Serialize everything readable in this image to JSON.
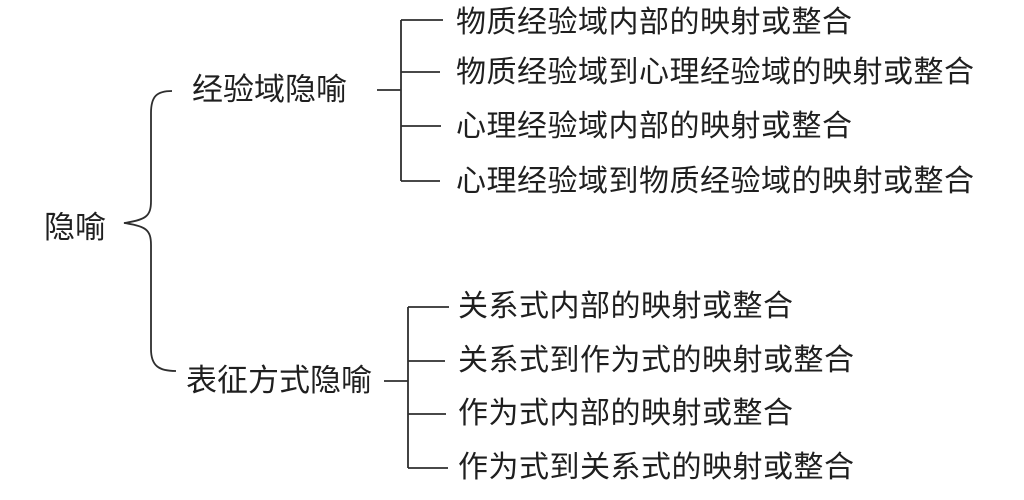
{
  "colors": {
    "background": "#ffffff",
    "text": "#1f1f1f",
    "line": "#2e2e2e"
  },
  "diagram": {
    "root_label": "隐喻",
    "branches": [
      {
        "label": "经验域隐喻",
        "children": [
          "物质经验域内部的映射或整合",
          "物质经验域到心理经验域的映射或整合",
          "心理经验域内部的映射或整合",
          "心理经验域到物质经验域的映射或整合"
        ]
      },
      {
        "label": "表征方式隐喻",
        "children": [
          "关系式内部的映射或整合",
          "关系式到作为式的映射或整合",
          "作为式内部的映射或整合",
          "作为式到关系式的映射或整合"
        ]
      }
    ]
  }
}
